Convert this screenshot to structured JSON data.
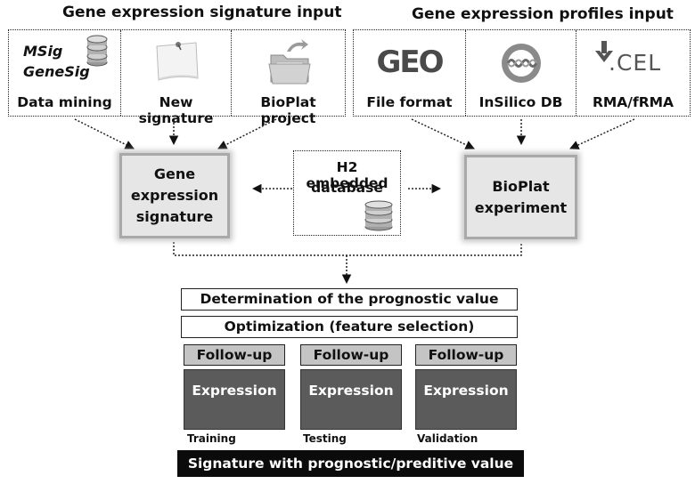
{
  "signature_input": {
    "title": "Gene expression signature input",
    "data_mining": {
      "line1": "MSig",
      "line2": "GeneSig",
      "label": "Data mining",
      "icon": "database-icon"
    },
    "new_signature": {
      "label": "New signature",
      "icon": "note-paper-icon"
    },
    "bioplat_project": {
      "label": "BioPlat project",
      "icon": "folder-icon"
    }
  },
  "profiles_input": {
    "title": "Gene expression profiles input",
    "file_format": {
      "logo_text": "GEO",
      "label": "File format"
    },
    "insilico": {
      "label": "InSilico DB",
      "icon": "insilico-logo-icon"
    },
    "rma": {
      "logo_text": ".CEL",
      "label": "RMA/fRMA",
      "icon": "down-arrow-icon"
    }
  },
  "gene_signature": {
    "line1": "Gene",
    "line2": "expression",
    "line3": "signature"
  },
  "h2_database": {
    "line1": "H2 embedded",
    "line2": "database",
    "icon": "database-icon"
  },
  "bioplat_experiment": {
    "line1": "BioPlat",
    "line2": "experiment"
  },
  "pipeline": {
    "prognostic": "Determination of the prognostic value",
    "optimization": "Optimization (feature selection)",
    "columns": [
      {
        "follow": "Follow-up",
        "expression": "Expression",
        "label": "Training"
      },
      {
        "follow": "Follow-up",
        "expression": "Expression",
        "label": "Testing"
      },
      {
        "follow": "Follow-up",
        "expression": "Expression",
        "label": "Validation"
      }
    ],
    "result": "Signature with prognostic/preditive value"
  }
}
